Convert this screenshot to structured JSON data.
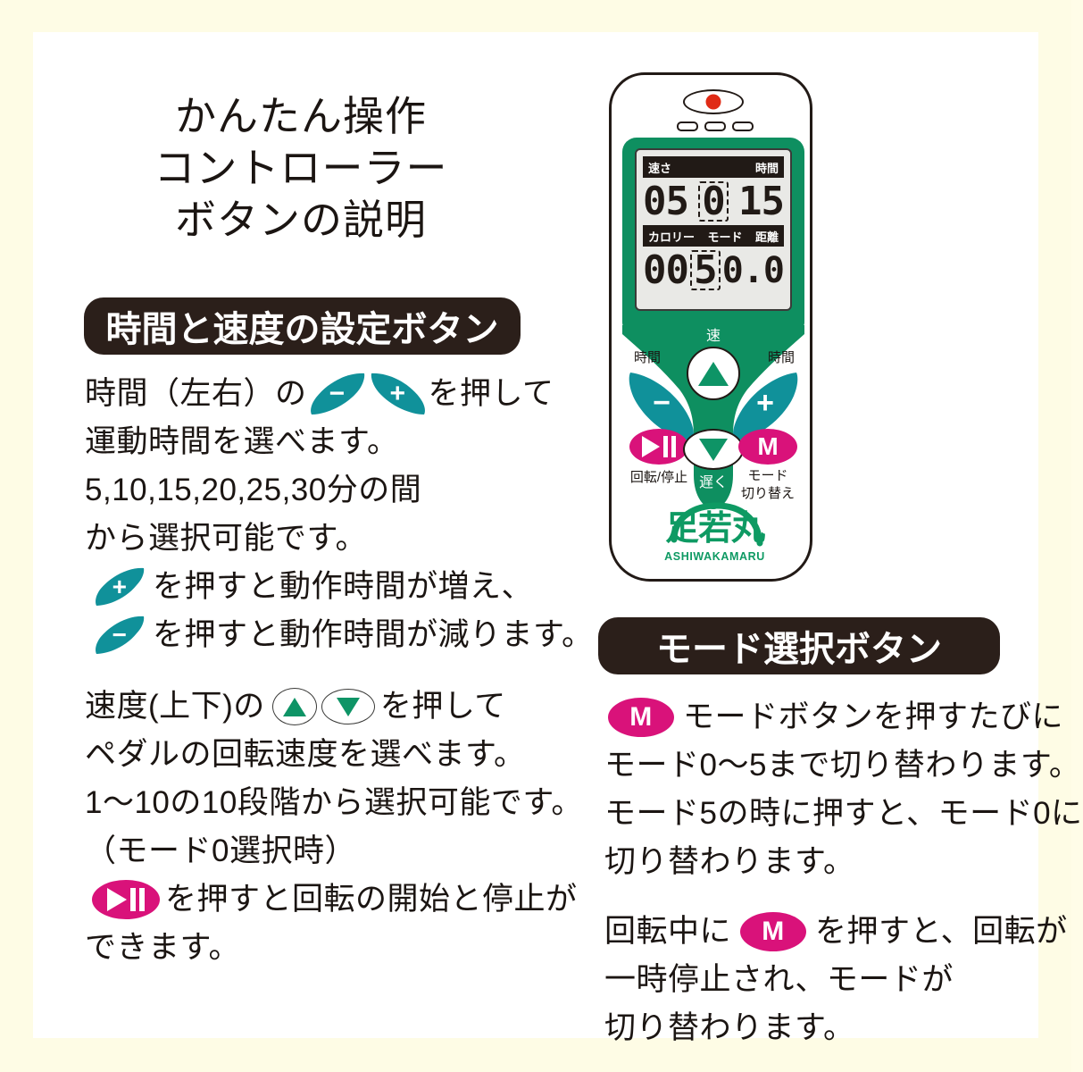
{
  "page": {
    "background_color": "#fefce5",
    "sheet_color": "#ffffff"
  },
  "palette": {
    "teal": "#10919a",
    "green": "#0e8f60",
    "logo_green": "#0e9a63",
    "pink": "#d9127a",
    "dark": "#2b1f1a",
    "lcd_bg": "#e9e9e6"
  },
  "headline": {
    "line1": "かんたん操作",
    "line2": "コントローラー",
    "line3": "ボタンの説明"
  },
  "section_time": {
    "banner": "時間と速度の設定ボタン",
    "para_time": {
      "l1_a": "時間（左右）の",
      "l1_b": "を押して",
      "l2": "運動時間を選べます。",
      "l3": " 5,10,15,20,25,30分の間",
      "l4": "から選択可能です。",
      "l5": "を押すと動作時間が増え、",
      "l6": "を押すと動作時間が減ります。"
    },
    "para_speed": {
      "l1_a": "速度(上下)の",
      "l1_b": "を押して",
      "l2": "ペダルの回転速度を選べます。",
      "l3": "1〜10の10段階から選択可能です。",
      "l4": "（モード0選択時）",
      "l5": "を押すと回転の開始と停止が",
      "l6": "できます。"
    }
  },
  "section_mode": {
    "banner": "モード選択ボタン",
    "para_mode1": {
      "l1": "モードボタンを押すたびに",
      "l2": "モード0〜5まで切り替わります。",
      "l3": "モード5の時に押すと、モード0に",
      "l4": "切り替わります。"
    },
    "para_mode2": {
      "l1_a": "回転中に",
      "l1_b": "を押すと、回転が",
      "l2": "一時停止され、モードが",
      "l3": "切り替わります。"
    }
  },
  "icons": {
    "minus": "−",
    "plus": "+",
    "mode_letter": "M",
    "play_pause": "▶❙❙"
  },
  "remote": {
    "lcd": {
      "top_bar": {
        "left": "速さ",
        "right": "時間"
      },
      "top_values": {
        "speed": "05",
        "mode_boxed": "0",
        "time": "15"
      },
      "bottom_bar": {
        "left": "カロリー",
        "center": "モード",
        "right": "距離"
      },
      "bottom_values": {
        "calorie": "00",
        "mode_boxed": "5",
        "distance": "0.0"
      }
    },
    "labels": {
      "speed_up": "速",
      "speed_down": "遅く",
      "time_left": "時間",
      "time_right": "時間",
      "play_stop": "回転/停止",
      "mode_switch_l1": "モード",
      "mode_switch_l2": "切り替え"
    },
    "buttons": {
      "minus": "−",
      "plus": "+",
      "mode": "M"
    },
    "logo": {
      "name": "足若丸",
      "romaji": "ASHIWAKAMARU"
    }
  }
}
